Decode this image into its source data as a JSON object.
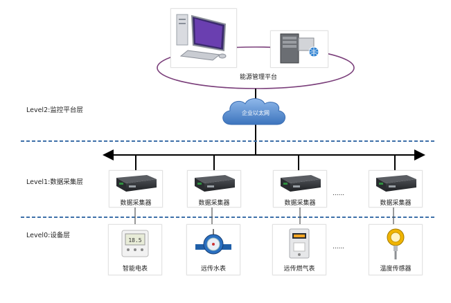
{
  "platform": {
    "label": "能源管理平台"
  },
  "network": {
    "label": "企业以太网"
  },
  "levels": {
    "level2": "Level2:监控平台层",
    "level1": "Level1:数据采集层",
    "level0": "Level0:设备层"
  },
  "collectors": [
    {
      "label": "数据采集器"
    },
    {
      "label": "数据采集器"
    },
    {
      "label": "数据采集器"
    },
    {
      "label": "数据采集器"
    }
  ],
  "devices": [
    {
      "label": "智能电表",
      "icon": "smart-meter-icon"
    },
    {
      "label": "远传水表",
      "icon": "water-meter-icon"
    },
    {
      "label": "远传燃气表",
      "icon": "gas-meter-icon"
    },
    {
      "label": "温度传感器",
      "icon": "temperature-sensor-icon"
    }
  ],
  "ellipsis": "......",
  "colors": {
    "divider": "#3d6fa8",
    "ellipse": "#7a3e7a",
    "cloud": "#4f86c9",
    "device_body": "#2c2f33"
  }
}
